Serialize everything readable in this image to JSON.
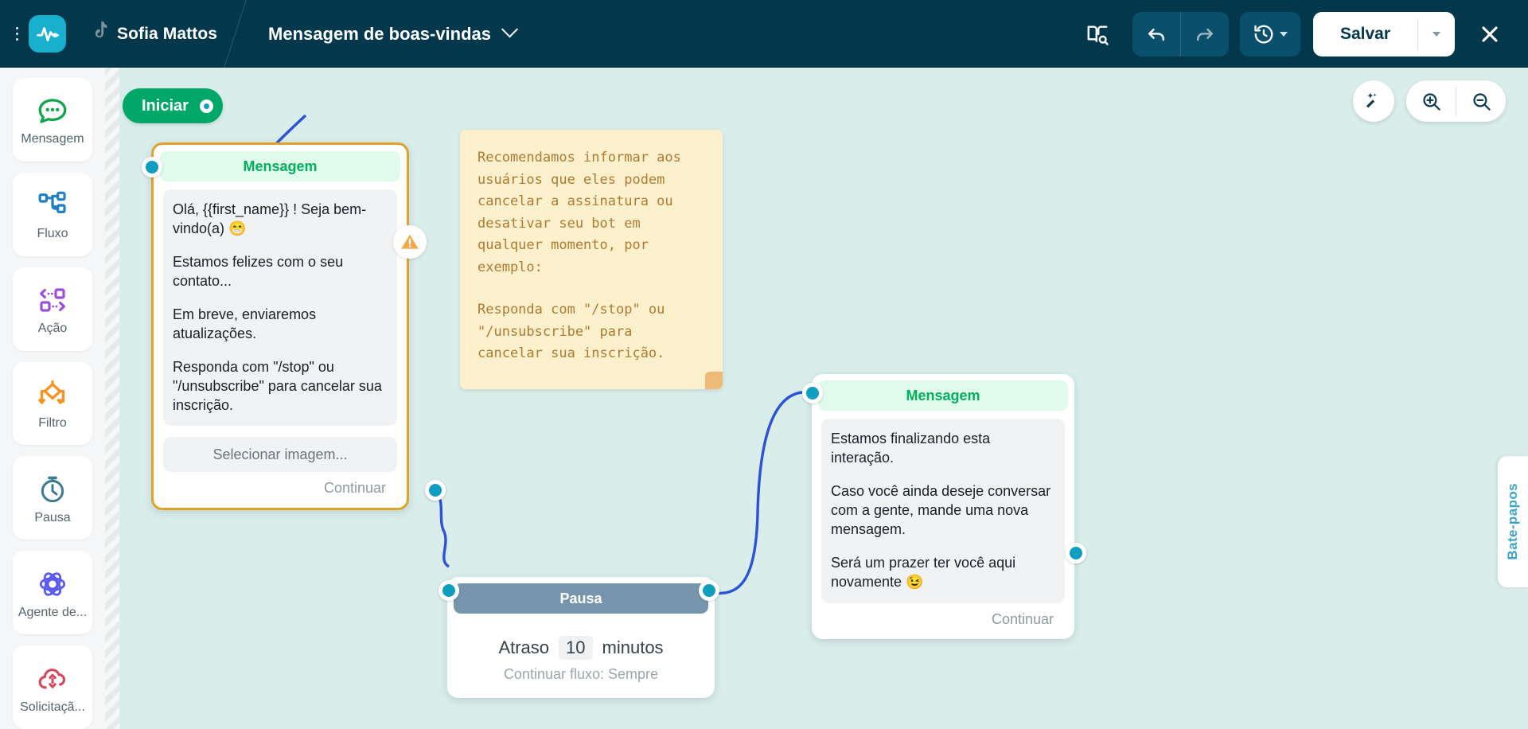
{
  "header": {
    "kebab_icon": "kebab-menu-icon",
    "logo_icon": "app-pulse-logo",
    "channel_icon": "tiktok-icon",
    "brand_name": "Sofia Mattos",
    "flow_title": "Mensagem de boas-vindas",
    "flow_chevron_icon": "chevron-down-icon",
    "book_search_icon": "book-search-icon",
    "undo_icon": "undo-icon",
    "redo_icon": "redo-icon",
    "history_icon": "history-clock-icon",
    "save_label": "Salvar",
    "save_caret_icon": "caret-down-icon",
    "close_icon": "close-x-icon",
    "bg_color": "#03374b",
    "accent_color": "#18b0cc"
  },
  "sidebar": {
    "items": [
      {
        "label": "Mensagem",
        "icon": "chat-bubble-icon",
        "color": "#13a44c"
      },
      {
        "label": "Fluxo",
        "icon": "flow-tree-icon",
        "color": "#1f7fc4"
      },
      {
        "label": "Ação",
        "icon": "action-arrows-icon",
        "color": "#9b4fd6"
      },
      {
        "label": "Filtro",
        "icon": "filter-diamond-icon",
        "color": "#f7931e"
      },
      {
        "label": "Pausa",
        "icon": "timer-clock-icon",
        "color": "#3d7b93"
      },
      {
        "label": "Agente de...",
        "icon": "ai-agent-atom-icon",
        "color": "#5b5bf0"
      },
      {
        "label": "Solicitaçã...",
        "icon": "cloud-request-icon",
        "color": "#d14b5e"
      }
    ]
  },
  "canvas": {
    "background_color": "#d9edea",
    "start": {
      "label": "Iniciar",
      "color": "#00a868"
    },
    "controls": {
      "magic_icon": "magic-wand-icon",
      "zoom_in_icon": "zoom-in-icon",
      "zoom_out_icon": "zoom-out-icon"
    },
    "chats_tab": {
      "label": "Bate-papos",
      "color": "#3aa5c4"
    },
    "nodes": [
      {
        "id": "message-1",
        "type": "message",
        "title": "Mensagem",
        "selected": true,
        "warning_icon": "warning-triangle-icon",
        "paragraphs": [
          "Olá,  {{first_name}} ! Seja bem-vindo(a) 😁",
          "Estamos felizes com o seu contato...",
          "Em breve, enviaremos atualizações.",
          "Responda com \"/stop\" ou \"/unsubscribe\" para cancelar sua inscrição."
        ],
        "image_picker_label": "Selecionar imagem...",
        "footer_label": "Continuar"
      },
      {
        "id": "pause-1",
        "type": "pause",
        "title": "Pausa",
        "delay_label": "Atraso",
        "delay_value": "10",
        "delay_unit": "minutos",
        "continue_label": "Continuar fluxo: Sempre"
      },
      {
        "id": "message-2",
        "type": "message",
        "title": "Mensagem",
        "selected": false,
        "paragraphs": [
          "Estamos finalizando esta interação.",
          "Caso você ainda deseje conversar com a gente, mande uma nova mensagem.",
          "Será um prazer ter você aqui novamente 😉"
        ],
        "footer_label": "Continuar"
      }
    ],
    "sticky_note": {
      "block1": "Recomendamos informar aos usuários que eles podem cancelar a assinatura ou desativar seu bot em qualquer momento, por exemplo:",
      "block2": "Responda com \"/stop\" ou \"/unsubscribe\" para cancelar sua inscrição.",
      "bg_color": "#fcf0cd",
      "text_color": "#b07a32"
    }
  }
}
